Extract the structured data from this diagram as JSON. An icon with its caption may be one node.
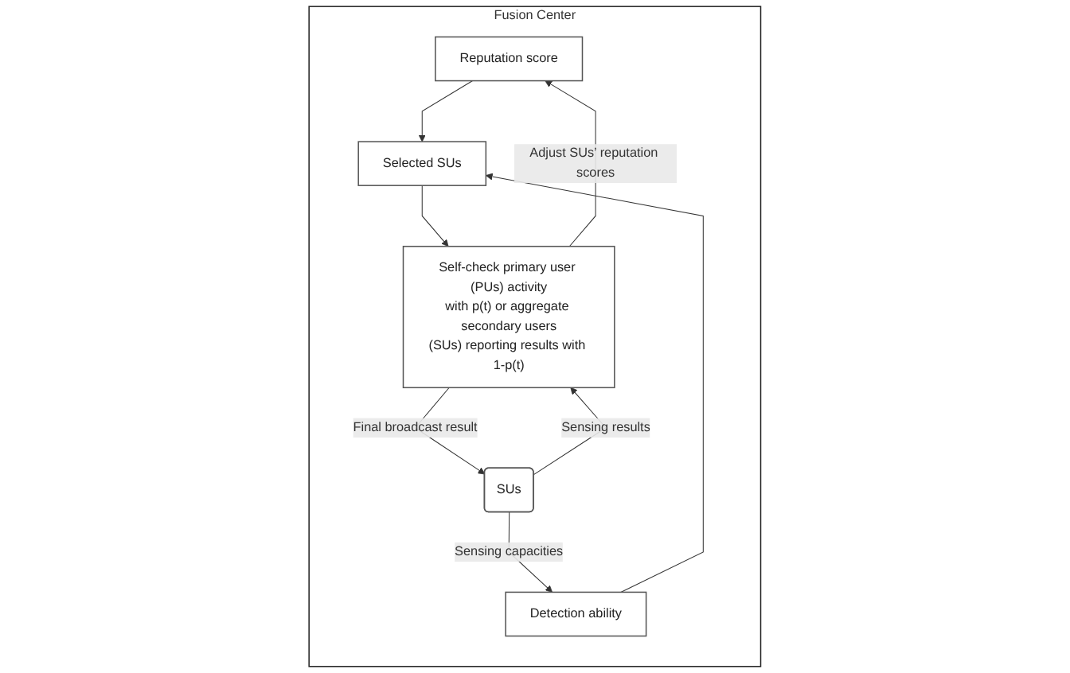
{
  "diagram": {
    "nodes": [
      {
        "text": [
          "Fusion Center"
        ]
      },
      {
        "text": [
          "Reputation score"
        ],
        "in": 0
      },
      {
        "text": [
          "Detection ability"
        ],
        "in": 0
      },
      {
        "text": [
          "Selected SUs"
        ],
        "in": 0
      },
      {
        "text": [
          "Self-check primary user (PUs) activity with p(t) or aggregate secondary users (SUs) reporting results with 1-p(t)"
        ],
        "in": 0
      },
      {
        "text": [
          "SUs"
        ],
        "in": 0
      }
    ],
    "edges": [
      {
        "from": 1,
        "to": 3,
        "arrow": "to"
      },
      {
        "from": 2,
        "to": 3,
        "arrow": "to"
      },
      {
        "from": 3,
        "to": 4,
        "arrow": "to"
      },
      {
        "from": 4,
        "to": 1,
        "arrow": "to",
        "label": "Adjust SUs’ reputation scores"
      },
      {
        "from": 5,
        "to": 2,
        "arrow": "to",
        "label": "Sensing capacities"
      },
      {
        "from": 5,
        "to": 4,
        "arrow": "to",
        "label": "Sensing results"
      },
      {
        "from": 4,
        "to": 5,
        "arrow": "to",
        "label": "Final broadcast result"
      }
    ]
  }
}
